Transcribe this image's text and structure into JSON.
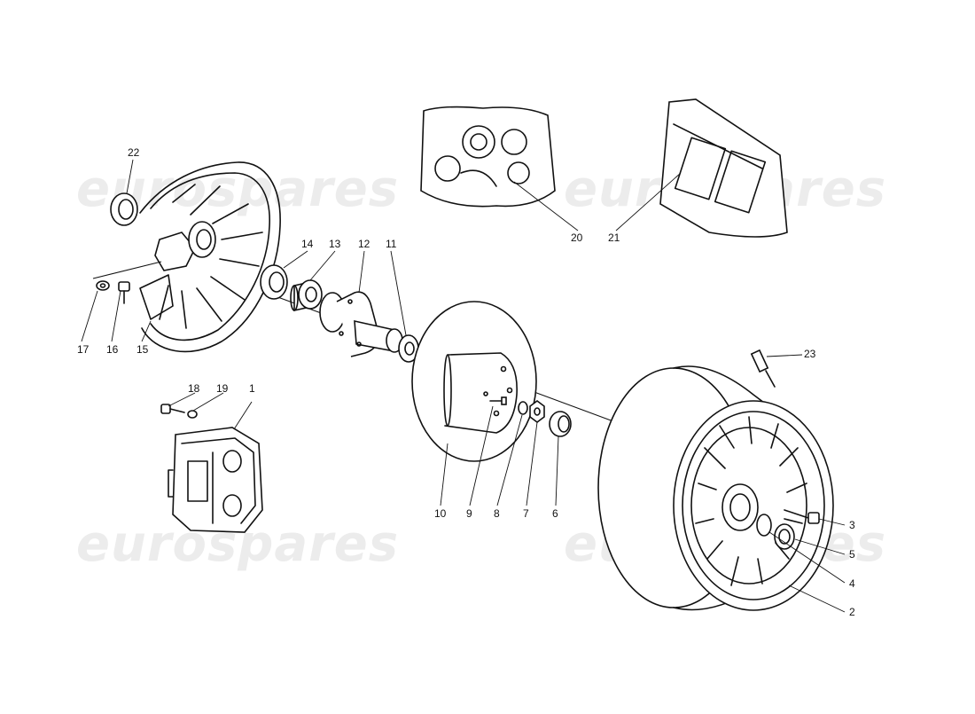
{
  "watermark": "eurospares",
  "part_labels": [
    "1",
    "2",
    "3",
    "4",
    "5",
    "6",
    "7",
    "8",
    "9",
    "10",
    "11",
    "12",
    "13",
    "14",
    "15",
    "16",
    "17",
    "18",
    "19",
    "20",
    "21",
    "22",
    "23"
  ]
}
